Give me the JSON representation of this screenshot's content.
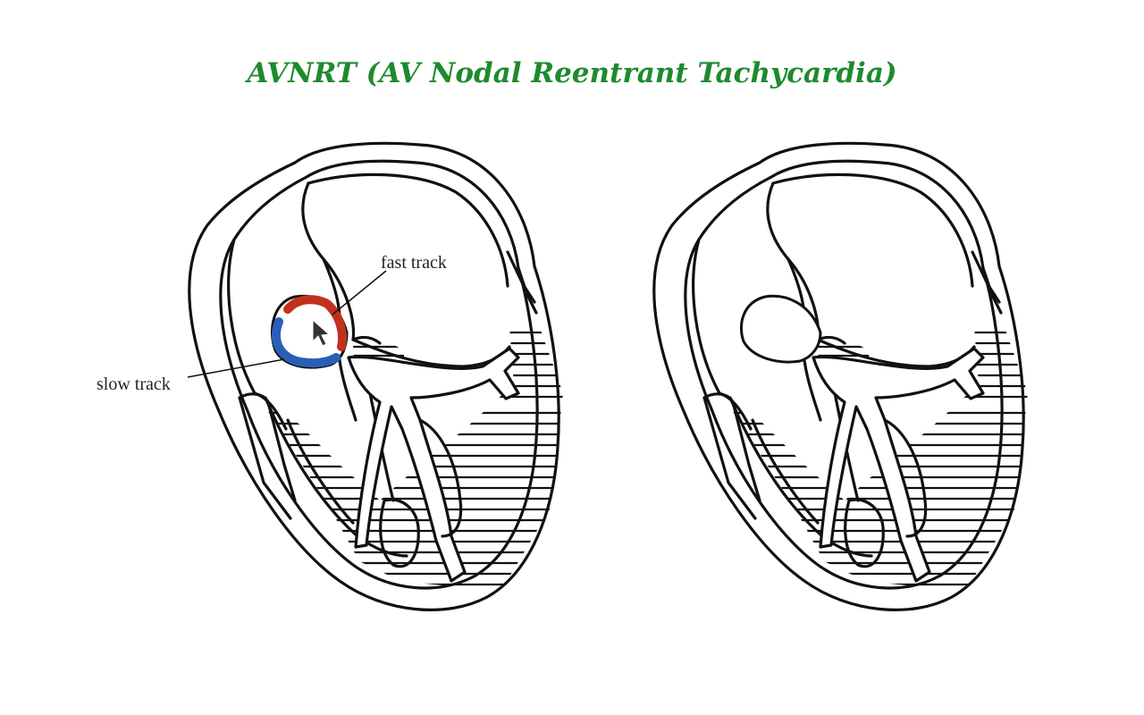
{
  "title": "AVNRT (AV Nodal Reentrant Tachycardia)",
  "labels": {
    "fast_track": "fast track",
    "slow_track": "slow track"
  },
  "colors": {
    "title": "#1e8a2e",
    "fast_track": "#c0321e",
    "slow_track": "#2a5fb8"
  },
  "icons": {
    "cursor": "mouse-pointer-icon"
  }
}
